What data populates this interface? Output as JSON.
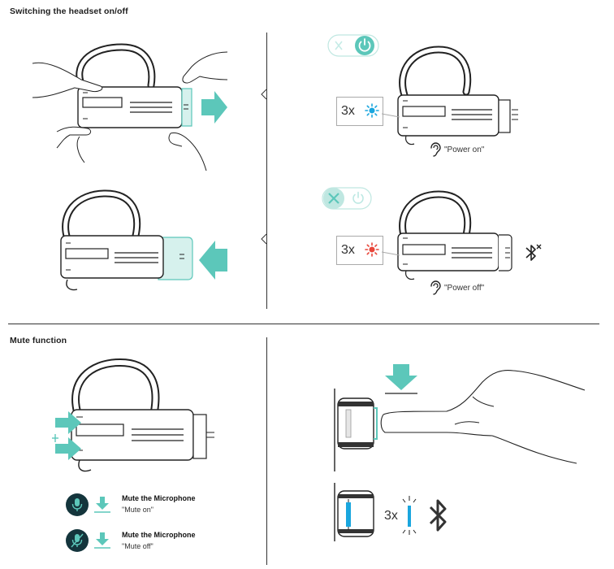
{
  "sections": {
    "power": {
      "title": "Switching the headset on/off"
    },
    "mute": {
      "title": "Mute function"
    }
  },
  "power_on": {
    "count": "3x",
    "voice_prompt": "\"Power on\""
  },
  "power_off": {
    "count": "3x",
    "voice_prompt": "\"Power off\""
  },
  "mute_legend": [
    {
      "title": "Mute the Microphone",
      "prompt": "\"Mute on\""
    },
    {
      "title": "Mute the Microphone",
      "prompt": "\"Mute off\""
    }
  ],
  "mute_indicator": {
    "count": "3x"
  },
  "icons": [
    "power-icon",
    "close-icon",
    "led-blue-icon",
    "led-red-icon",
    "ear-icon",
    "bluetooth-off-icon",
    "bluetooth-icon",
    "microphone-icon",
    "microphone-muted-icon",
    "press-down-icon"
  ],
  "colors": {
    "accent": "#5cc7ba",
    "led_on": "#1aa6de",
    "led_off": "#e8463a",
    "dark_circle": "#14353c",
    "line": "#222222"
  }
}
